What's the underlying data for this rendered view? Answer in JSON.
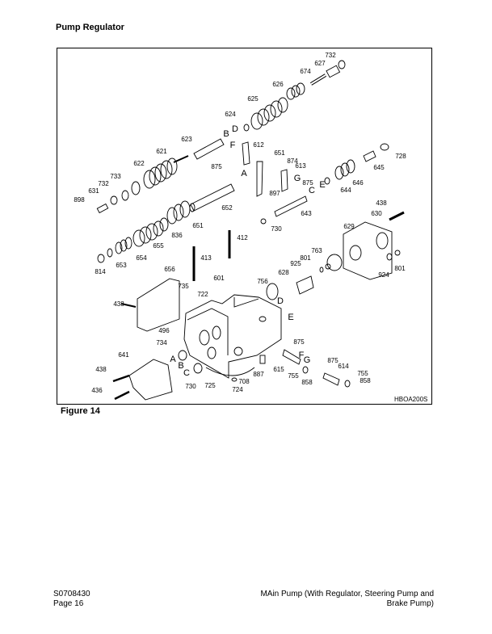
{
  "page": {
    "section_title": "Pump Regulator",
    "figure_caption": "Figure 14",
    "figure_code": "HBOA200S"
  },
  "callouts": [
    "732",
    "627",
    "674",
    "626",
    "625",
    "624",
    "D",
    "B",
    "623",
    "F",
    "612",
    "651",
    "874",
    "613",
    "875",
    "621",
    "622",
    "733",
    "732",
    "631",
    "898",
    "A",
    "G",
    "875",
    "C",
    "E",
    "644",
    "646",
    "645",
    "728",
    "897",
    "652",
    "643",
    "651",
    "730",
    "438",
    "630",
    "629",
    "836",
    "412",
    "655",
    "763",
    "801",
    "925",
    "654",
    "413",
    "653",
    "814",
    "801",
    "924",
    "628",
    "656",
    "601",
    "756",
    "735",
    "722",
    "438",
    "D",
    "E",
    "496",
    "734",
    "875",
    "641",
    "A",
    "F",
    "B",
    "G",
    "875",
    "614",
    "438",
    "C",
    "615",
    "887",
    "708",
    "755",
    "755",
    "858",
    "858",
    "730",
    "725",
    "724",
    "436"
  ],
  "footer": {
    "doc_number": "S0708430",
    "page": "Page 16",
    "title_line1": "MAin Pump (With Regulator, Steering Pump and",
    "title_line2": "Brake Pump)"
  }
}
